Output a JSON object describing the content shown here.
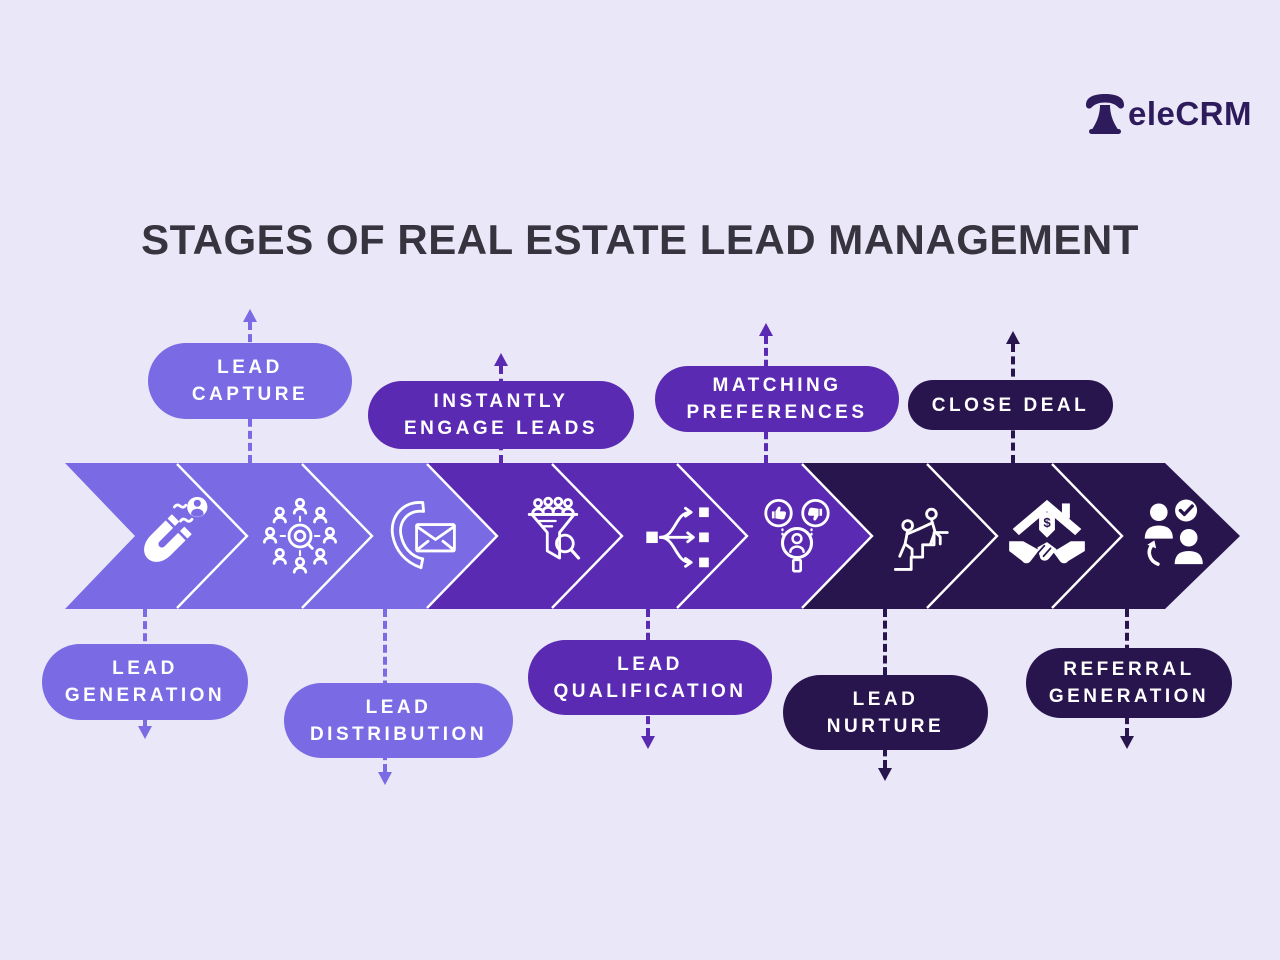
{
  "logo": {
    "brand": "TeleCRM",
    "text_suffix": "eleCRM",
    "color": "#2e1b5c"
  },
  "title": "STAGES OF REAL ESTATE LEAD MANAGEMENT",
  "colors": {
    "background": "#eae7f8",
    "phase_early": "#7a6ae4",
    "phase_mid": "#5b2ab2",
    "phase_late": "#29154e",
    "title_text": "#37343f",
    "label_text": "#ffffff"
  },
  "stages": [
    {
      "name": "lead-generation",
      "lines": [
        "LEAD",
        "GENERATION"
      ],
      "side": "below",
      "arrow": "down",
      "color": "#7a6ae4",
      "icon": "magnet-attracting-lead"
    },
    {
      "name": "lead-capture",
      "lines": [
        "LEAD",
        "CAPTURE"
      ],
      "side": "above",
      "arrow": "up",
      "color": "#7a6ae4",
      "icon": "people-network-search"
    },
    {
      "name": "lead-distribution",
      "lines": [
        "LEAD",
        "DISTRIBUTION"
      ],
      "side": "below",
      "arrow": "down",
      "color": "#7a6ae4",
      "icon": "phone-envelope"
    },
    {
      "name": "instantly-engage-leads",
      "lines": [
        "INSTANTLY",
        "ENGAGE LEADS"
      ],
      "side": "above",
      "arrow": "up",
      "color": "#5b2ab2",
      "icon": "leads-funnel-search"
    },
    {
      "name": "lead-qualification",
      "lines": [
        "LEAD",
        "QUALIFICATION"
      ],
      "side": "below",
      "arrow": "down",
      "color": "#5b2ab2",
      "icon": "branch-routing-arrows"
    },
    {
      "name": "matching-preferences",
      "lines": [
        "MATCHING",
        "PREFERENCES"
      ],
      "side": "above",
      "arrow": "up",
      "color": "#5b2ab2",
      "icon": "thumbs-feedback-search"
    },
    {
      "name": "lead-nurture",
      "lines": [
        "LEAD",
        "NURTURE"
      ],
      "side": "below",
      "arrow": "down",
      "color": "#29154e",
      "icon": "helping-up-stairs"
    },
    {
      "name": "close-deal",
      "lines": [
        "CLOSE DEAL"
      ],
      "side": "above",
      "arrow": "up",
      "color": "#29154e",
      "icon": "house-dollar-handshake"
    },
    {
      "name": "referral-generation",
      "lines": [
        "REFERRAL",
        "GENERATION"
      ],
      "side": "below",
      "arrow": "down",
      "color": "#29154e",
      "icon": "referred-people-check"
    }
  ]
}
